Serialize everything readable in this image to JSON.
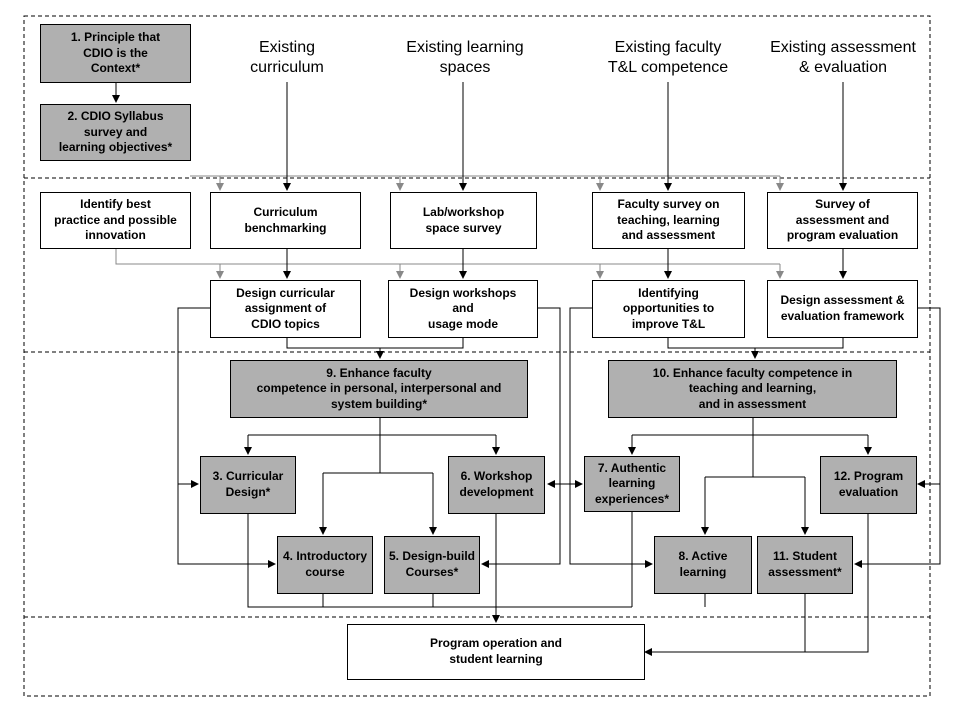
{
  "headers": {
    "curriculum": "Existing\ncurriculum",
    "spaces": "Existing learning\nspaces",
    "faculty": "Existing faculty\nT&L competence",
    "assessment": "Existing assessment\n& evaluation"
  },
  "boxes": {
    "b1": "1. Principle that\nCDIO is the\nContext*",
    "b2": "2. CDIO Syllabus\nsurvey and\nlearning objectives*",
    "identify_best": "Identify best\npractice and possible\ninnovation",
    "curr_bench": "Curriculum\nbenchmarking",
    "lab_survey": "Lab/workshop\nspace survey",
    "fac_survey": "Faculty survey on\nteaching, learning\nand assessment",
    "survey_assess": "Survey of\nassessment and\nprogram evaluation",
    "design_curr": "Design curricular\nassignment of\nCDIO topics",
    "design_work": "Design workshops\nand\nusage mode",
    "ident_opp": "Identifying\nopportunities to\nimprove T&L",
    "design_assess": "Design assessment &\nevaluation framework",
    "b9": "9. Enhance faculty\ncompetence in personal, interpersonal and\nsystem building*",
    "b10": "10. Enhance faculty competence in\nteaching and learning,\nand in assessment",
    "b3": "3. Curricular\nDesign*",
    "b6": "6. Workshop\ndevelopment",
    "b7": "7. Authentic\nlearning\nexperiences*",
    "b12": "12. Program\nevaluation",
    "b4": "4. Introductory\ncourse",
    "b5": "5. Design-build\nCourses*",
    "b8": "8. Active\nlearning",
    "b11": "11. Student\nassessment*",
    "program": "Program operation and\nstudent learning"
  },
  "colors": {
    "gray_box": "#b0b0b0",
    "line": "#000000",
    "gray_arrow": "#888888"
  }
}
